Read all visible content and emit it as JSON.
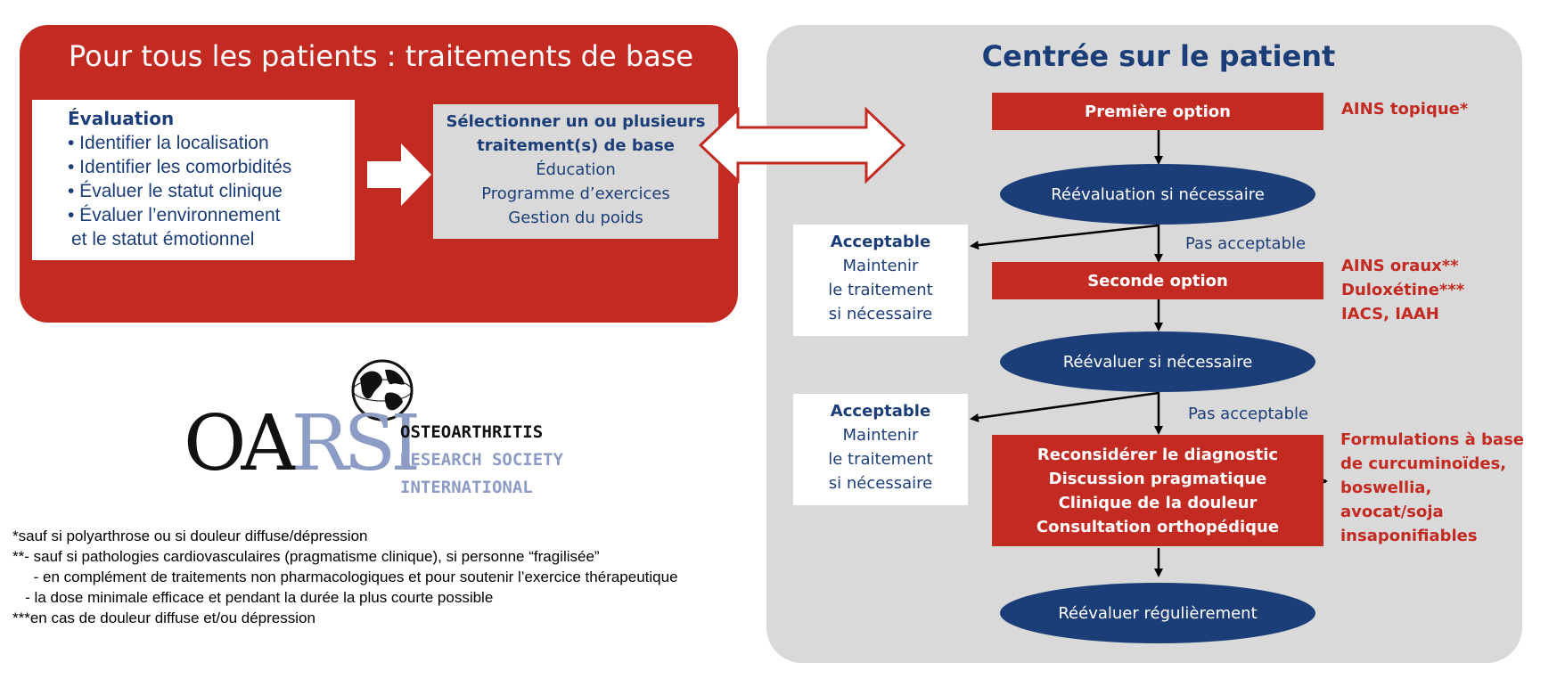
{
  "left": {
    "title": "Pour tous les patients : traitements de base",
    "evaluation": {
      "heading": "Évaluation",
      "items": [
        "• Identifier la localisation",
        "• Identifier les comorbidités",
        "• Évaluer le statut clinique",
        "• Évaluer l’environnement",
        "  et le statut émotionnel"
      ]
    },
    "selection": {
      "heading_line1": "Sélectionner un ou plusieurs",
      "heading_line2": "traitement(s) de base",
      "items": [
        "Éducation",
        "Programme d’exercices",
        "Gestion du poids"
      ]
    }
  },
  "right": {
    "title": "Centrée sur le patient",
    "first_option": "Première option",
    "first_option_drugs": [
      "AINS topique*"
    ],
    "reeval1": "Réévaluation si nécessaire",
    "acceptable1": {
      "heading": "Acceptable",
      "lines": [
        "Maintenir",
        "le traitement",
        "si nécessaire"
      ]
    },
    "not_acceptable1": "Pas acceptable",
    "second_option": "Seconde option",
    "second_option_drugs": [
      "AINS oraux**",
      "Duloxétine***",
      "IACS, IAAH"
    ],
    "reeval2": "Réévaluer si nécessaire",
    "acceptable2": {
      "heading": "Acceptable",
      "lines": [
        "Maintenir",
        "le traitement",
        "si nécessaire"
      ]
    },
    "not_acceptable2": "Pas acceptable",
    "reconsider": [
      "Reconsidérer le diagnostic",
      "Discussion pragmatique",
      "Clinique de la douleur",
      "Consultation orthopédique"
    ],
    "formulations": [
      "Formulations à base",
      "de curcuminoïdes,",
      "boswellia,",
      "avocat/soja",
      "insaponifiables"
    ],
    "reeval3": "Réévaluer régulièrement"
  },
  "logo": {
    "letters_main": "OA",
    "letters_accent": "RSI",
    "line1": "OSTEOARTHRITIS",
    "line2": "RESEARCH SOCIETY",
    "line3": "INTERNATIONAL"
  },
  "footnotes": [
    "*sauf si polyarthrose ou si douleur diffuse/dépression",
    "**- sauf si pathologies cardiovasculaires (pragmatisme clinique), si personne “fragilisée”",
    "     - en complément de traitements non pharmacologiques et pour soutenir l’exercice thérapeutique",
    "   - la dose minimale efficace et pendant la durée la plus courte possible",
    "***en cas de douleur diffuse et/ou dépression"
  ],
  "colors": {
    "red": "#c32a22",
    "navy": "#1c3e78",
    "grey": "#d9d9d9",
    "logo_blue": "#8c9cc4"
  },
  "icons": [
    "right-arrow-icon",
    "double-arrow-icon",
    "globe-icon"
  ]
}
